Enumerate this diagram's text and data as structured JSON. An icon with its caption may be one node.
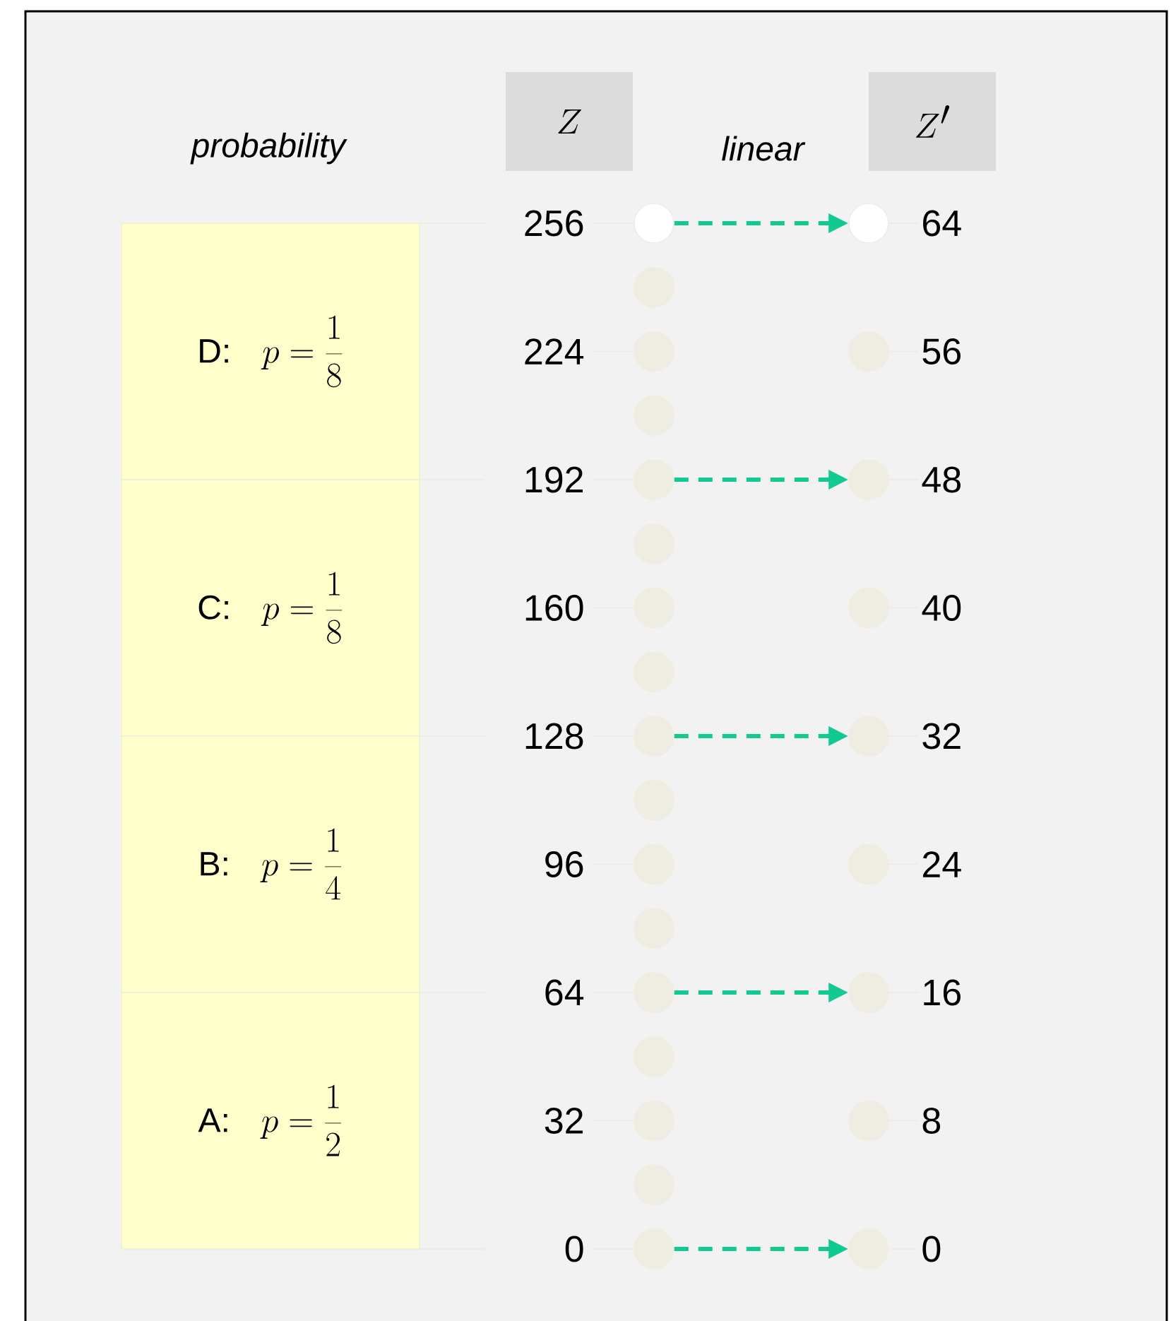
{
  "diagram": {
    "nodes": [
      {
        "text": [
          "Z"
        ]
      },
      {
        "text": [
          "Z'"
        ]
      },
      {
        "text": [
          "D:",
          "p=\\frac{1}{8}"
        ]
      },
      {
        "text": [
          "C:",
          "p=\\frac{1}{8}"
        ]
      },
      {
        "text": [
          "B:",
          "p=\\frac{1}{4}"
        ]
      },
      {
        "text": [
          "A:",
          "p=\\frac{1}{2}"
        ]
      },
      {
        "text": [],
        "shape": "circle",
        "beside": [
          "256"
        ]
      },
      {
        "text": [],
        "shape": "circle"
      },
      {
        "text": [],
        "shape": "circle",
        "beside": [
          "224"
        ]
      },
      {
        "text": [],
        "shape": "circle"
      },
      {
        "text": [],
        "shape": "circle",
        "beside": [
          "192"
        ]
      },
      {
        "text": [],
        "shape": "circle"
      },
      {
        "text": [],
        "shape": "circle",
        "beside": [
          "160"
        ]
      },
      {
        "text": [],
        "shape": "circle"
      },
      {
        "text": [],
        "shape": "circle",
        "beside": [
          "128"
        ]
      },
      {
        "text": [],
        "shape": "circle"
      },
      {
        "text": [],
        "shape": "circle",
        "beside": [
          "96"
        ]
      },
      {
        "text": [],
        "shape": "circle"
      },
      {
        "text": [],
        "shape": "circle",
        "beside": [
          "64"
        ]
      },
      {
        "text": [],
        "shape": "circle"
      },
      {
        "text": [],
        "shape": "circle",
        "beside": [
          "32"
        ]
      },
      {
        "text": [],
        "shape": "circle"
      },
      {
        "text": [],
        "shape": "circle",
        "beside": [
          "0"
        ]
      },
      {
        "text": [],
        "shape": "circle",
        "beside": [
          "64"
        ]
      },
      {
        "text": [],
        "shape": "circle",
        "beside": [
          "56"
        ]
      },
      {
        "text": [],
        "shape": "circle",
        "beside": [
          "48"
        ]
      },
      {
        "text": [],
        "shape": "circle",
        "beside": [
          "40"
        ]
      },
      {
        "text": [],
        "shape": "circle",
        "beside": [
          "32"
        ]
      },
      {
        "text": [],
        "shape": "circle",
        "beside": [
          "24"
        ]
      },
      {
        "text": [],
        "shape": "circle",
        "beside": [
          "16"
        ]
      },
      {
        "text": [],
        "shape": "circle",
        "beside": [
          "8"
        ]
      },
      {
        "text": [],
        "shape": "circle",
        "beside": [
          "0"
        ]
      }
    ],
    "edges": [
      {
        "from": 6,
        "to": 23,
        "arrow": "to",
        "style": "dashed"
      },
      {
        "from": 10,
        "to": 25,
        "arrow": "to",
        "style": "dashed"
      },
      {
        "from": 14,
        "to": 27,
        "arrow": "to",
        "style": "dashed"
      },
      {
        "from": 18,
        "to": 29,
        "arrow": "to",
        "style": "dashed"
      },
      {
        "from": 22,
        "to": 31,
        "arrow": "to",
        "style": "dashed"
      }
    ],
    "labels": [
      "probability",
      "linear"
    ]
  }
}
